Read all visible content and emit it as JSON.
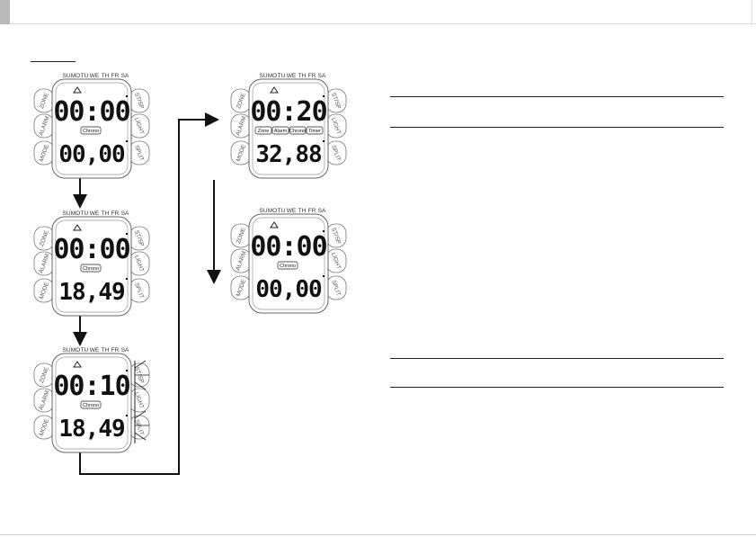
{
  "days": [
    "SU",
    "MO",
    "TU",
    "WE",
    "TH",
    "FR",
    "SA"
  ],
  "buttons": {
    "zone": "ZONE",
    "alarm": "ALARM",
    "mode": "MODE",
    "st_sp": "ST/SP",
    "light": "LIGHT",
    "split": "SPLIT"
  },
  "watches": [
    {
      "id": "w1",
      "main": "00:00",
      "sub": "00,00",
      "badge": "Chrono"
    },
    {
      "id": "w2",
      "main": "00:00",
      "sub": "18,49",
      "badge": "Chrono"
    },
    {
      "id": "w3",
      "main": "00:10",
      "sub": "18,49",
      "badge": "Chrono"
    },
    {
      "id": "w4",
      "main": "00:20",
      "sub": "32,88",
      "badges": [
        "Zone",
        "Alarm",
        "Chrono",
        "Timer"
      ]
    },
    {
      "id": "w5",
      "main": "00:00",
      "sub": "00,00",
      "badge": "Chrono"
    }
  ]
}
